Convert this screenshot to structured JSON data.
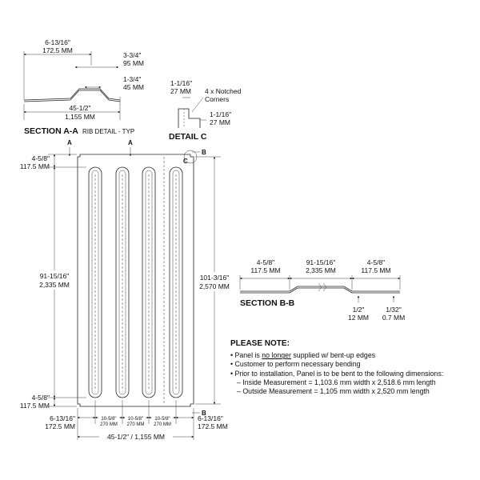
{
  "section_aa": {
    "title": "SECTION A-A",
    "subtitle": "RIB DETAIL - TYP",
    "top_width_in": "6-13/16\"",
    "top_width_mm": "172.5 MM",
    "rib_outer_in": "3-3/4\"",
    "rib_outer_mm": "95 MM",
    "rib_inner_in": "1-3/4\"",
    "rib_inner_mm": "45 MM",
    "bottom_width_in": "45-1/2\"",
    "bottom_width_mm": "1,155 MM"
  },
  "detail_c": {
    "title": "DETAIL C",
    "top_in": "1-1/16\"",
    "top_mm": "27 MM",
    "note_line1": "4 x Notched",
    "note_line2": "Corners",
    "side_in": "1-1/16\"",
    "side_mm": "27 MM"
  },
  "panel": {
    "marker_a": "A",
    "marker_b": "B",
    "marker_c": "C",
    "top_margin_in": "4-5/8\"",
    "top_margin_mm": "117.5 MM",
    "rib_length_in": "91-15/16\"",
    "rib_length_mm": "2,335 MM",
    "bottom_margin_in": "4-5/8\"",
    "bottom_margin_mm": "117.5 MM",
    "total_length_in": "101-3/16\"",
    "total_length_mm": "2,570 MM",
    "edge_in": "6-13/16\"",
    "edge_mm": "172.5 MM",
    "spacing_in": "10-5/8\"",
    "spacing_mm": "270 MM",
    "total_width": "45-1/2\" / 1,155 MM"
  },
  "section_bb": {
    "title": "SECTION B-B",
    "left_in": "4-5/8\"",
    "left_mm": "117.5 MM",
    "middle_in": "91-15/16\"",
    "middle_mm": "2,335 MM",
    "right_in": "4-5/8\"",
    "right_mm": "117.5 MM",
    "depth_in": "1/2\"",
    "depth_mm": "12 MM",
    "thickness_in": "1/32\"",
    "thickness_mm": "0.7 MM"
  },
  "notes": {
    "heading": "PLEASE NOTE:",
    "bullet1_pre": "Panel is ",
    "bullet1_underline": "no longer",
    "bullet1_post": " supplied w/ bent-up edges",
    "bullet2": "Customer to perform necessary bending",
    "bullet3": "Prior to installation, Panel is to be bent to the following dimensions:",
    "sub1": "– Inside Measurement = 1,103.6 mm width x 2,518.6 mm length",
    "sub2": "– Outside Measurement = 1,105 mm width x 2,520 mm length"
  }
}
